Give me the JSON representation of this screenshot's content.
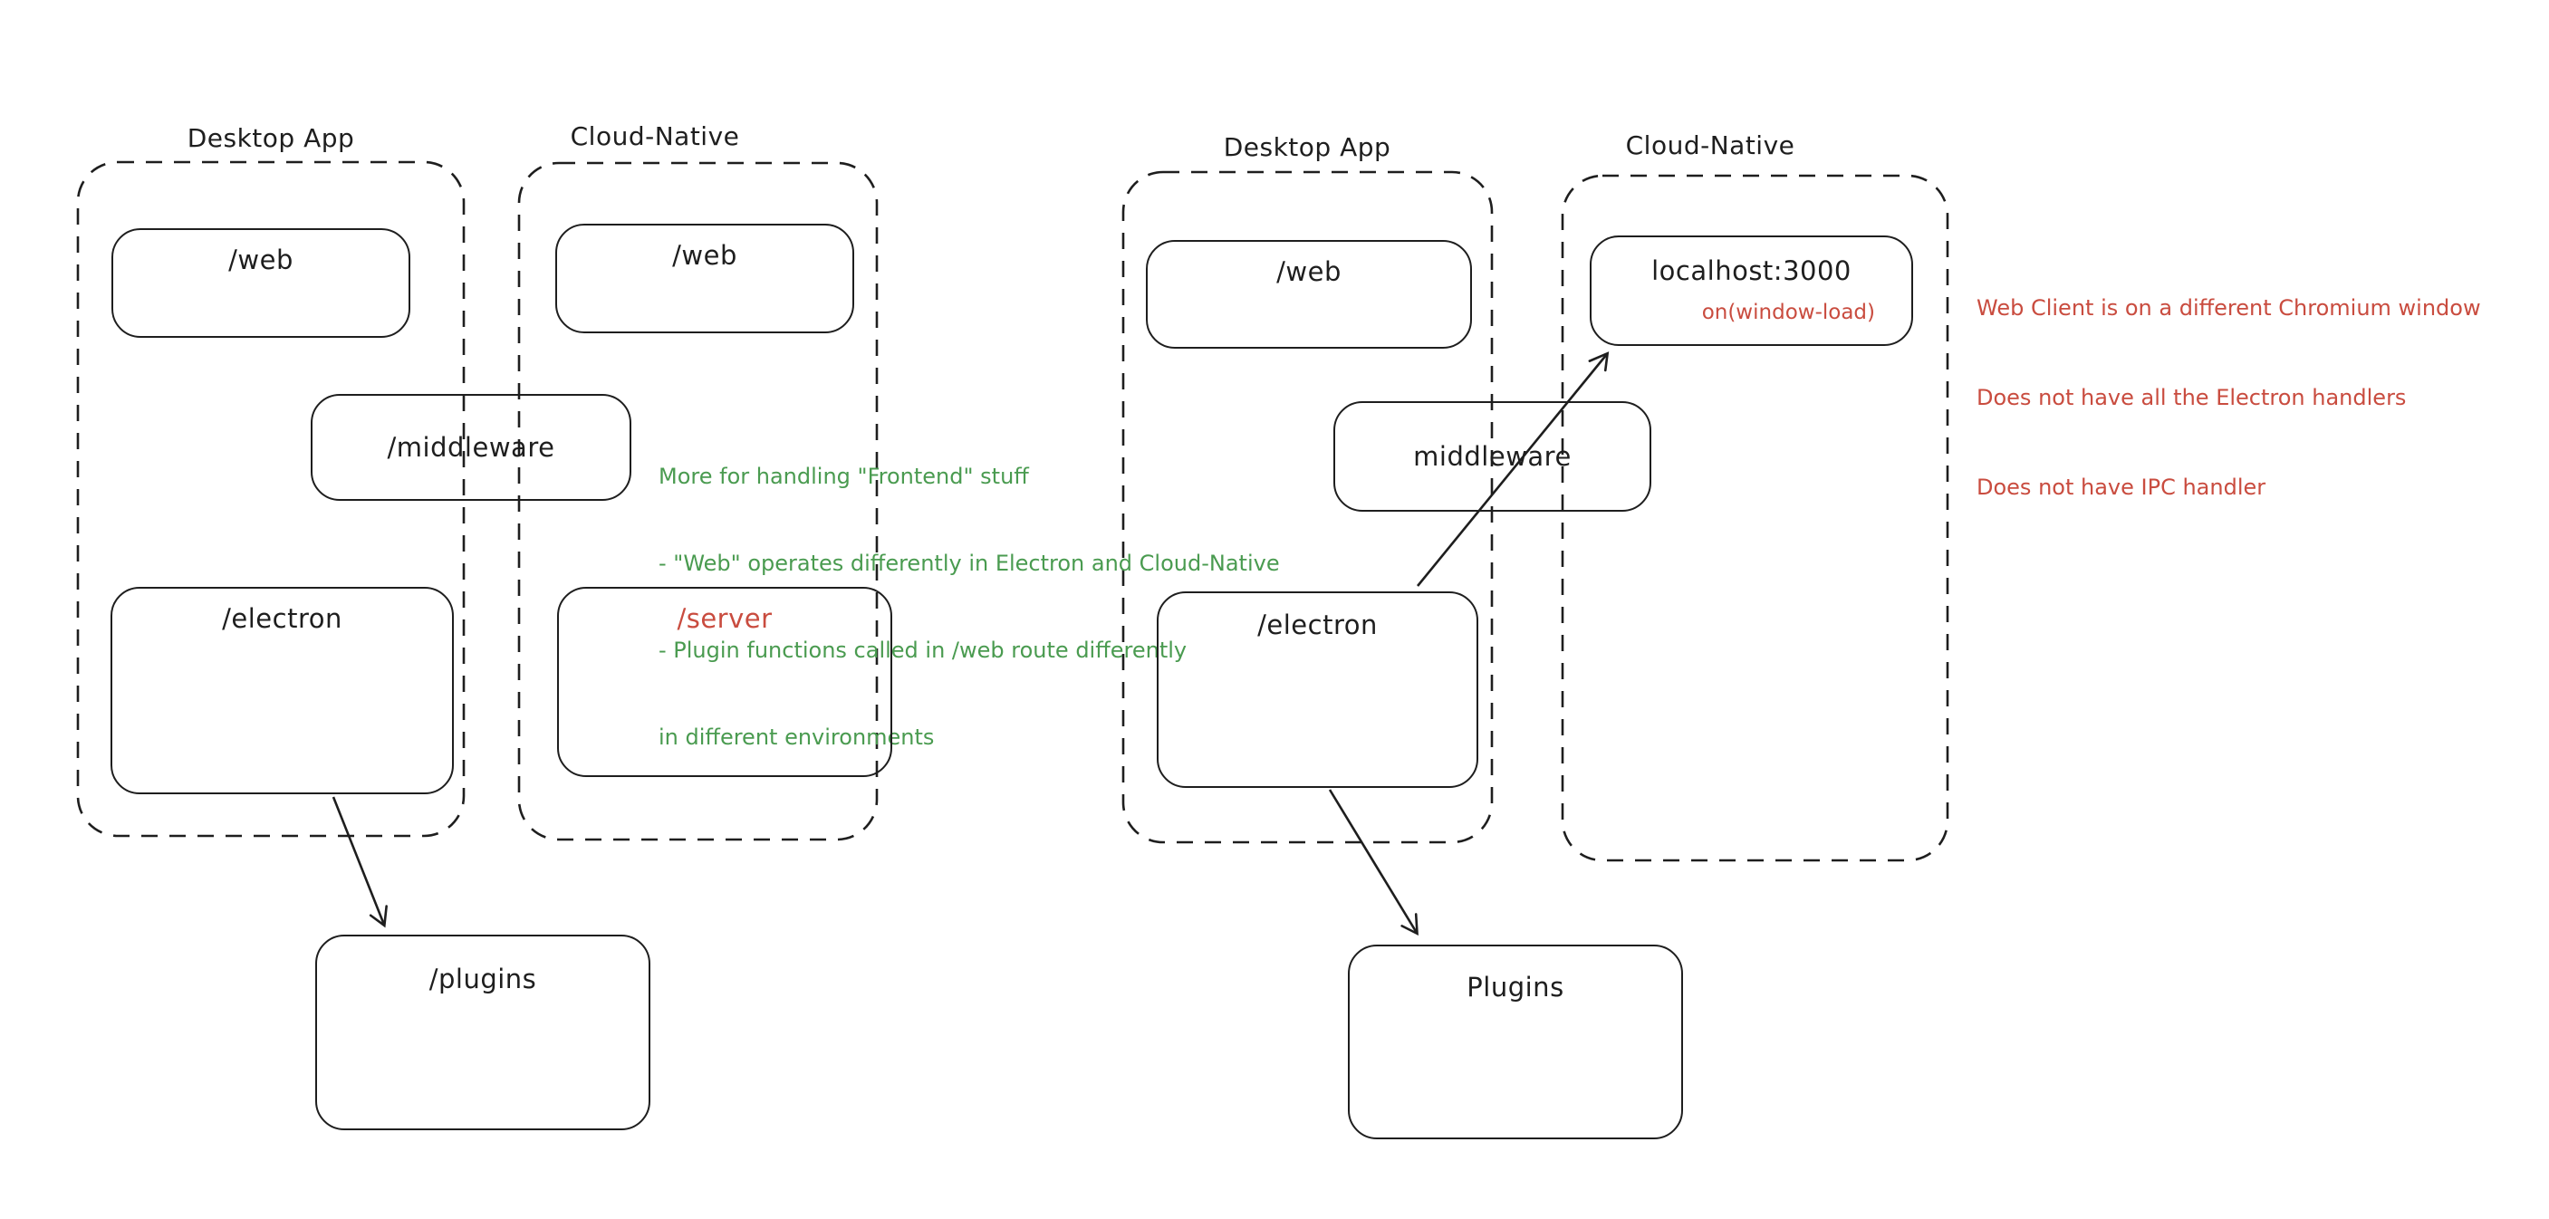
{
  "background": "#ffffff",
  "ink_color": "#1e1e1e",
  "green_color": "#4a9b50",
  "red_color": "#c94c3f",
  "left": {
    "desktop_label": "Desktop App",
    "cloud_label": "Cloud-Native",
    "web_desktop": "/web",
    "web_cloud": "/web",
    "middleware": "/middleware",
    "electron": "/electron",
    "server": "/server",
    "plugins": "/plugins",
    "green_note_lines": [
      "More for handling \"Frontend\" stuff",
      "- \"Web\" operates differently in Electron and Cloud-Native",
      "- Plugin functions called in /web route differently",
      "in different environments"
    ]
  },
  "right": {
    "desktop_label": "Desktop App",
    "cloud_label": "Cloud-Native",
    "web": "/web",
    "localhost": "localhost:3000",
    "window_load": "on(window-load)",
    "middleware": "middleware",
    "electron": "/electron",
    "plugins": "Plugins",
    "red_note_lines": [
      "Web Client is on a different Chromium window",
      "Does not have all the Electron handlers",
      "Does not have IPC handler"
    ]
  }
}
